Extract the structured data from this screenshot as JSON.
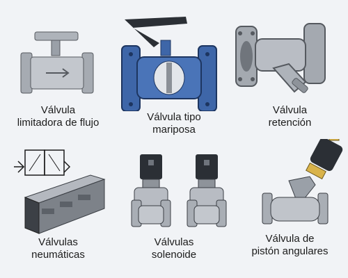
{
  "valves": [
    {
      "id": "flow-limiter",
      "label_lines": [
        "Válvula",
        "limitadora de  flujo"
      ]
    },
    {
      "id": "butterfly",
      "label_lines": [
        "Válvula tipo",
        "mariposa"
      ]
    },
    {
      "id": "check",
      "label_lines": [
        "Válvula",
        "retención"
      ]
    },
    {
      "id": "pneumatic",
      "label_lines": [
        "Válvulas",
        "neumáticas"
      ]
    },
    {
      "id": "solenoid",
      "label_lines": [
        "Válvulas",
        "solenoide"
      ]
    },
    {
      "id": "angle-seat",
      "label_lines": [
        "Válvula de",
        "pistón angulares"
      ]
    }
  ],
  "colors": {
    "background": "#f1f3f6",
    "steel": "#b8bcc3",
    "steel_dark": "#6f747c",
    "blue": "#3e66a8",
    "dark": "#2b2f35",
    "brass": "#d9b34a"
  }
}
